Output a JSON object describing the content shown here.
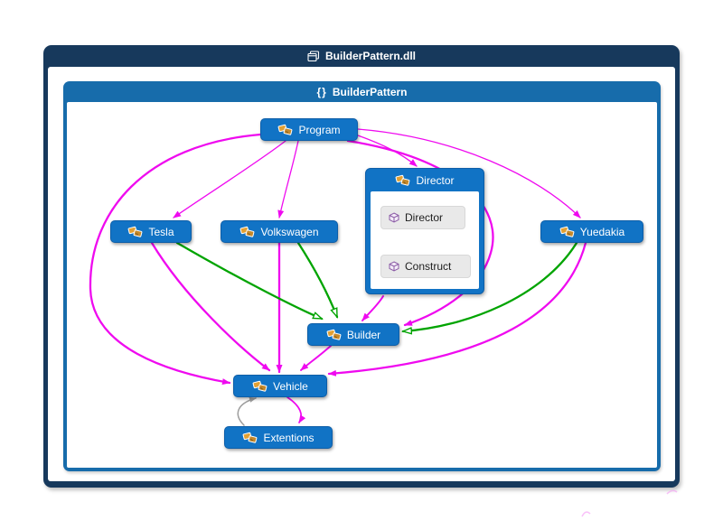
{
  "window": {
    "title": "BuilderPattern.dll",
    "icon": "assembly-icon"
  },
  "group": {
    "title": "BuilderPattern",
    "icon": "namespace-icon",
    "glyph": "{}"
  },
  "colors": {
    "window_chrome": "#17395c",
    "group_chrome": "#176cab",
    "node_fill": "#1173c5",
    "node_border": "#0d5ea8",
    "member_bg": "#e9e9e9",
    "edge_call": "#ef0aef",
    "edge_inherit": "#00a400",
    "edge_reference": "#9e9e9e"
  },
  "nodes": {
    "program": {
      "label": "Program",
      "type": "class"
    },
    "tesla": {
      "label": "Tesla",
      "type": "class"
    },
    "volkswagen": {
      "label": "Volkswagen",
      "type": "class"
    },
    "director": {
      "label": "Director",
      "type": "class",
      "members": [
        {
          "label": "Director",
          "type": "method"
        },
        {
          "label": "Construct",
          "type": "method"
        }
      ]
    },
    "yuedakia": {
      "label": "Yuedakia",
      "type": "class"
    },
    "builder": {
      "label": "Builder",
      "type": "class"
    },
    "vehicle": {
      "label": "Vehicle",
      "type": "class"
    },
    "extentions": {
      "label": "Extentions",
      "type": "class"
    }
  },
  "edges": [
    {
      "from": "program",
      "to": "tesla",
      "kind": "call"
    },
    {
      "from": "program",
      "to": "volkswagen",
      "kind": "call"
    },
    {
      "from": "program",
      "to": "director",
      "kind": "call"
    },
    {
      "from": "program",
      "to": "yuedakia",
      "kind": "call"
    },
    {
      "from": "program",
      "to": "builder",
      "kind": "call"
    },
    {
      "from": "program",
      "to": "vehicle",
      "kind": "call"
    },
    {
      "from": "director",
      "to": "builder",
      "kind": "call"
    },
    {
      "from": "tesla",
      "to": "vehicle",
      "kind": "call"
    },
    {
      "from": "volkswagen",
      "to": "vehicle",
      "kind": "call"
    },
    {
      "from": "builder",
      "to": "vehicle",
      "kind": "call"
    },
    {
      "from": "yuedakia",
      "to": "vehicle",
      "kind": "call"
    },
    {
      "from": "vehicle",
      "to": "extentions",
      "kind": "call"
    },
    {
      "from": "tesla",
      "to": "builder",
      "kind": "inherit"
    },
    {
      "from": "volkswagen",
      "to": "builder",
      "kind": "inherit"
    },
    {
      "from": "yuedakia",
      "to": "builder",
      "kind": "inherit"
    },
    {
      "from": "extentions",
      "to": "vehicle",
      "kind": "reference"
    }
  ]
}
